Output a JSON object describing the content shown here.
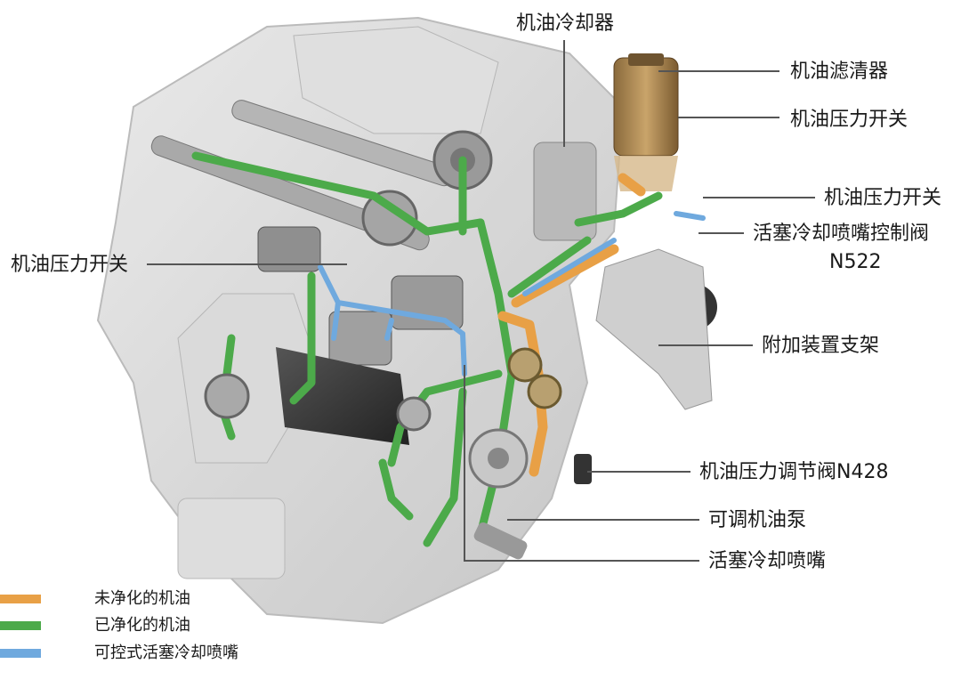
{
  "labels": {
    "oil_cooler": "机油冷却器",
    "oil_filter": "机油滤清器",
    "oil_pressure_switch_top": "机油压力开关",
    "oil_pressure_switch_mid": "机油压力开关",
    "piston_jet_valve_line1": "活塞冷却喷嘴控制阀",
    "piston_jet_valve_line2": "N522",
    "oil_pressure_switch_left": "机油压力开关",
    "accessory_bracket": "附加装置支架",
    "pressure_reg_valve": "机油压力调节阀N428",
    "variable_oil_pump": "可调机油泵",
    "piston_cooling_jet": "活塞冷却喷嘴"
  },
  "legend": [
    {
      "label": "未净化的机油",
      "color": "#e8a046"
    },
    {
      "label": "已净化的机油",
      "color": "#4caa4a"
    },
    {
      "label": "可控式活塞冷却喷嘴",
      "color": "#6fa9de"
    }
  ],
  "colors": {
    "unfiltered_oil": "#e8a046",
    "filtered_oil": "#4caa4a",
    "jet_line": "#6fa9de",
    "engine_gray": "#c9c9c9",
    "filter_brown": "#b08a55"
  }
}
